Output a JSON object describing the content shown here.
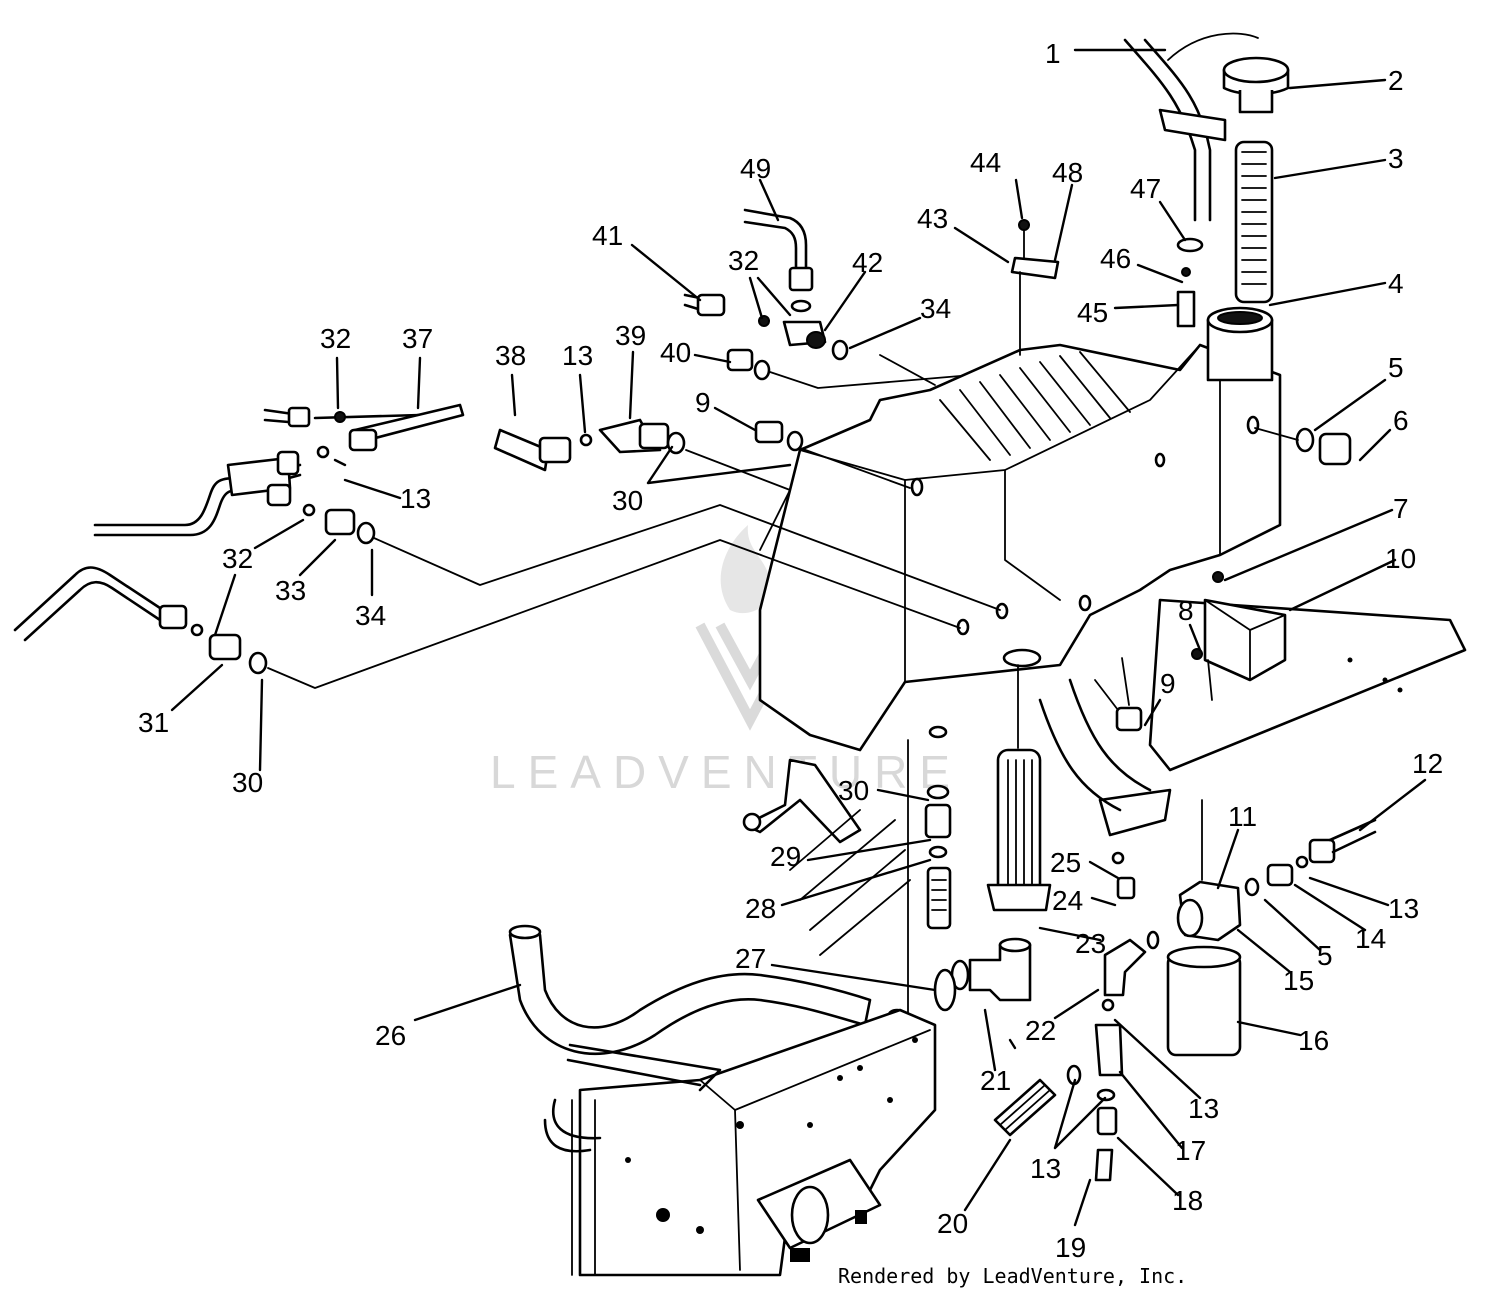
{
  "callouts": [
    {
      "id": "c1",
      "text": "1"
    },
    {
      "id": "c2",
      "text": "2"
    },
    {
      "id": "c3",
      "text": "3"
    },
    {
      "id": "c4",
      "text": "4"
    },
    {
      "id": "c5a",
      "text": "5"
    },
    {
      "id": "c6",
      "text": "6"
    },
    {
      "id": "c7",
      "text": "7"
    },
    {
      "id": "c8",
      "text": "8"
    },
    {
      "id": "c9a",
      "text": "9"
    },
    {
      "id": "c9b",
      "text": "9"
    },
    {
      "id": "c10",
      "text": "10"
    },
    {
      "id": "c11",
      "text": "11"
    },
    {
      "id": "c12",
      "text": "12"
    },
    {
      "id": "c13a",
      "text": "13"
    },
    {
      "id": "c13b",
      "text": "13"
    },
    {
      "id": "c13c",
      "text": "13"
    },
    {
      "id": "c13d",
      "text": "13"
    },
    {
      "id": "c13e",
      "text": "13"
    },
    {
      "id": "c14",
      "text": "14"
    },
    {
      "id": "c15",
      "text": "15"
    },
    {
      "id": "c5b",
      "text": "5"
    },
    {
      "id": "c16",
      "text": "16"
    },
    {
      "id": "c17",
      "text": "17"
    },
    {
      "id": "c18",
      "text": "18"
    },
    {
      "id": "c19",
      "text": "19"
    },
    {
      "id": "c20",
      "text": "20"
    },
    {
      "id": "c21",
      "text": "21"
    },
    {
      "id": "c22",
      "text": "22"
    },
    {
      "id": "c23",
      "text": "23"
    },
    {
      "id": "c24",
      "text": "24"
    },
    {
      "id": "c25",
      "text": "25"
    },
    {
      "id": "c26",
      "text": "26"
    },
    {
      "id": "c27",
      "text": "27"
    },
    {
      "id": "c28",
      "text": "28"
    },
    {
      "id": "c29",
      "text": "29"
    },
    {
      "id": "c30a",
      "text": "30"
    },
    {
      "id": "c30b",
      "text": "30"
    },
    {
      "id": "c30c",
      "text": "30"
    },
    {
      "id": "c31",
      "text": "31"
    },
    {
      "id": "c32a",
      "text": "32"
    },
    {
      "id": "c32b",
      "text": "32"
    },
    {
      "id": "c32c",
      "text": "32"
    },
    {
      "id": "c33",
      "text": "33"
    },
    {
      "id": "c34a",
      "text": "34"
    },
    {
      "id": "c34b",
      "text": "34"
    },
    {
      "id": "c37",
      "text": "37"
    },
    {
      "id": "c38",
      "text": "38"
    },
    {
      "id": "c39",
      "text": "39"
    },
    {
      "id": "c40",
      "text": "40"
    },
    {
      "id": "c41",
      "text": "41"
    },
    {
      "id": "c42",
      "text": "42"
    },
    {
      "id": "c43",
      "text": "43"
    },
    {
      "id": "c44",
      "text": "44"
    },
    {
      "id": "c45",
      "text": "45"
    },
    {
      "id": "c46",
      "text": "46"
    },
    {
      "id": "c47",
      "text": "47"
    },
    {
      "id": "c48",
      "text": "48"
    },
    {
      "id": "c49",
      "text": "49"
    }
  ],
  "watermark": "LEADVENTURE",
  "credit": "Rendered by LeadVenture, Inc."
}
